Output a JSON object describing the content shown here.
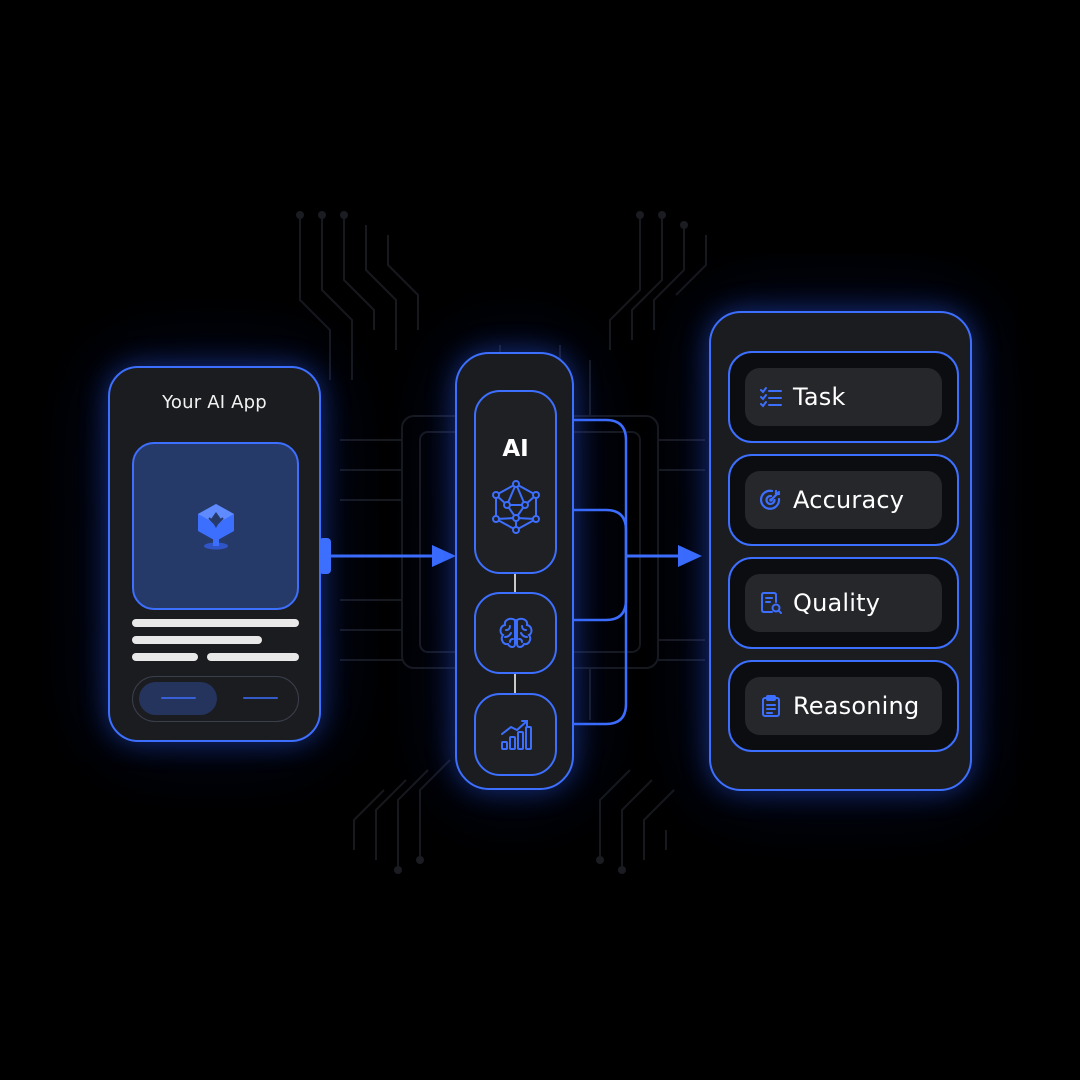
{
  "app": {
    "title": "Your AI App",
    "image_icon": "app-cube-icon",
    "buttons": [
      "pill-active",
      "pill-inactive"
    ]
  },
  "pipeline": {
    "ai_label": "AI",
    "modules": [
      {
        "name": "ai-module",
        "icon": "neural-network-icon"
      },
      {
        "name": "brain-module",
        "icon": "brain-icon"
      },
      {
        "name": "growth-module",
        "icon": "growth-chart-icon"
      }
    ]
  },
  "metrics": [
    {
      "label": "Task",
      "icon": "checklist-icon"
    },
    {
      "label": "Accuracy",
      "icon": "target-icon"
    },
    {
      "label": "Quality",
      "icon": "document-search-icon"
    },
    {
      "label": "Reasoning",
      "icon": "clipboard-icon"
    }
  ],
  "colors": {
    "accent": "#3d6fff",
    "background": "#000000",
    "card": "#1b1c20",
    "image_fill": "#263a6a"
  }
}
